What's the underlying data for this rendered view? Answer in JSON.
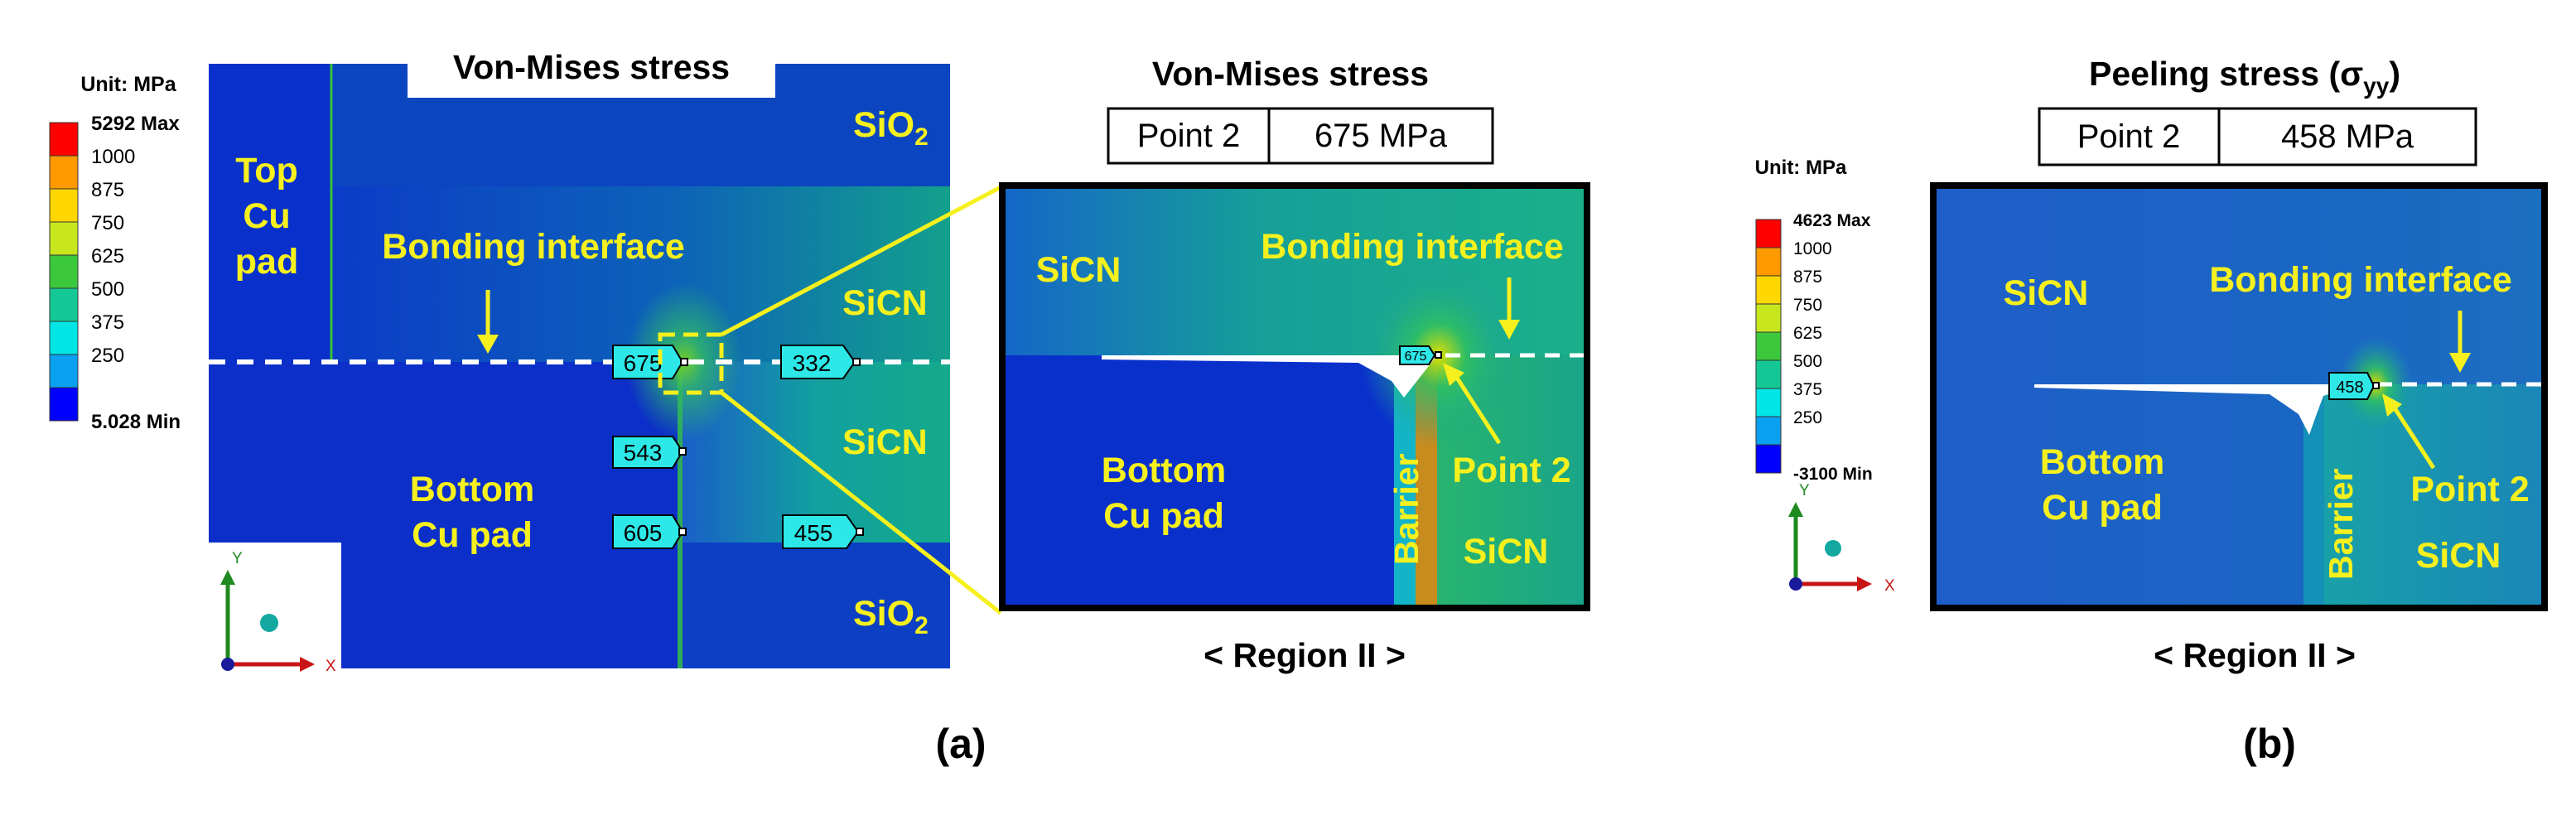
{
  "panel_a": {
    "legend": {
      "unit": "Unit: MPa",
      "labels": [
        "5292 Max",
        "1000",
        "875",
        "750",
        "625",
        "500",
        "375",
        "250",
        "5.028 Min"
      ],
      "colors": [
        "#ff0000",
        "#ff9900",
        "#ffd700",
        "#c8e61e",
        "#3cc83c",
        "#14c896",
        "#00e6e6",
        "#0aa0f0",
        "#0000ff"
      ]
    },
    "main_title": "Von-Mises stress",
    "labels": {
      "top_cu_line1": "Top",
      "top_cu_line2": "Cu",
      "top_cu_line3": "pad",
      "bonding": "Bonding interface",
      "sio2_top": "SiO",
      "sio2_top_sub": "2",
      "sicn_1": "SiCN",
      "sicn_2": "SiCN",
      "sio2_bot": "SiO",
      "sio2_bot_sub": "2",
      "bottom_cu_line1": "Bottom",
      "bottom_cu_line2": "Cu pad"
    },
    "probes": {
      "p675": "675",
      "p332": "332",
      "p543": "543",
      "p605": "605",
      "p455": "455"
    },
    "axes": {
      "y": "Y",
      "x": "X"
    },
    "detail": {
      "title": "Von-Mises stress",
      "table_point": "Point 2",
      "table_value": "675 MPa",
      "sicn_left": "SiCN",
      "bonding": "Bonding interface",
      "bottom_line1": "Bottom",
      "bottom_line2": "Cu pad",
      "barrier": "Barrier",
      "point2": "Point 2",
      "sicn_right": "SiCN",
      "probe": "675",
      "region": "< Region II >"
    },
    "caption": "(a)"
  },
  "panel_b": {
    "title_main": "Peeling stress (σ",
    "title_sub": "yy",
    "title_end": ")",
    "table_point": "Point 2",
    "table_value": "458 MPa",
    "legend": {
      "unit": "Unit: MPa",
      "labels": [
        "4623 Max",
        "1000",
        "875",
        "750",
        "625",
        "500",
        "375",
        "250",
        "-3100 Min"
      ],
      "colors": [
        "#ff0000",
        "#ff9900",
        "#ffd700",
        "#c8e61e",
        "#3cc83c",
        "#14c896",
        "#00e6e6",
        "#0aa0f0",
        "#0000ff"
      ]
    },
    "sicn_left": "SiCN",
    "bonding": "Bonding interface",
    "bottom_line1": "Bottom",
    "bottom_line2": "Cu pad",
    "barrier": "Barrier",
    "point2": "Point 2",
    "sicn_right": "SiCN",
    "probe": "458",
    "axes": {
      "y": "Y",
      "x": "X"
    },
    "region": "< Region II >",
    "caption": "(b)"
  }
}
